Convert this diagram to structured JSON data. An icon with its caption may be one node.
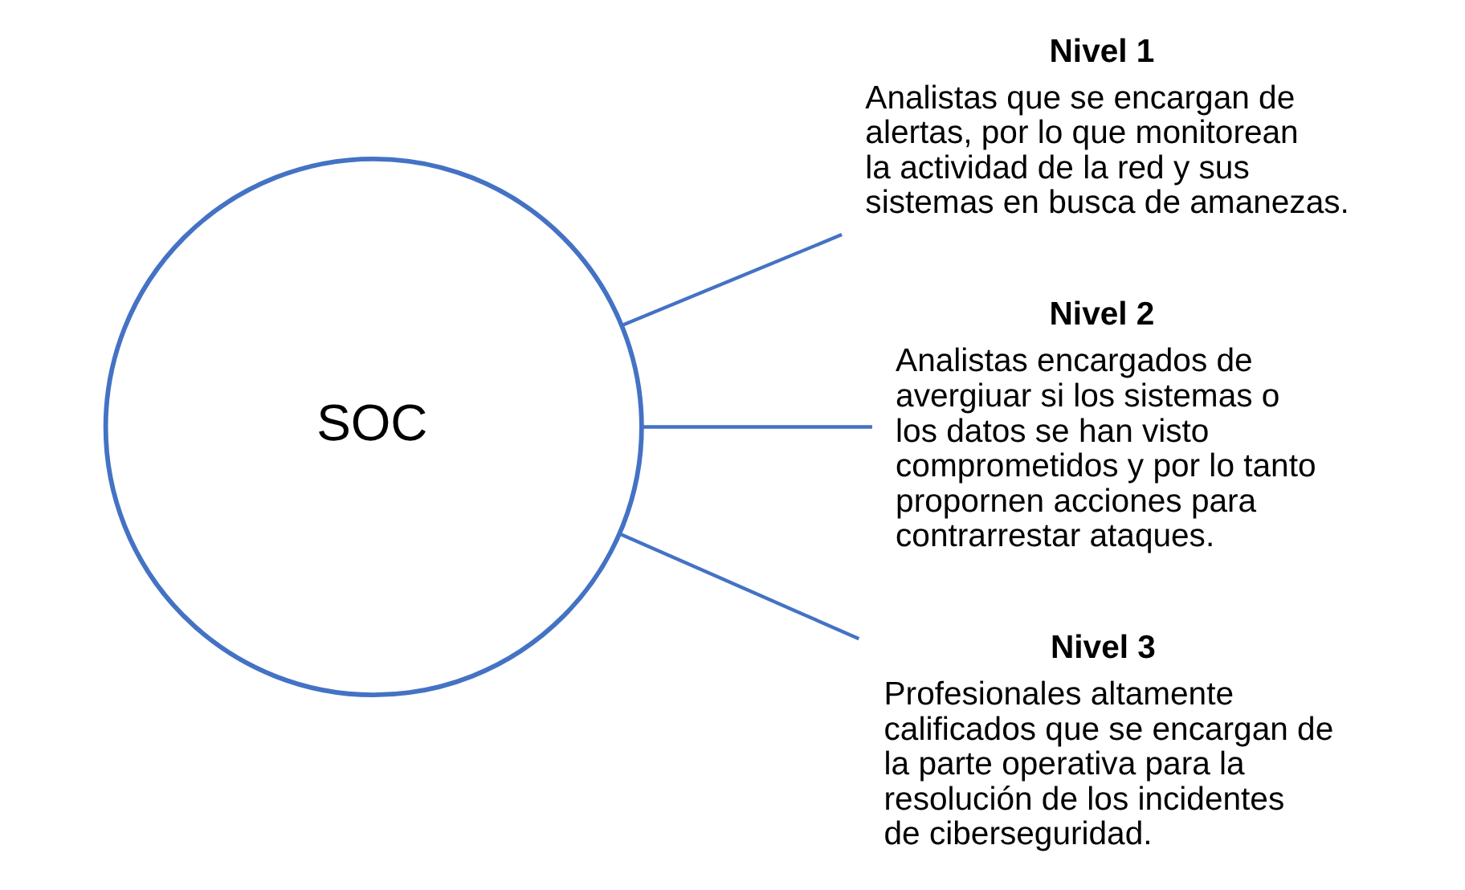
{
  "diagram": {
    "nodes": [
      {
        "text": [
          "SOC"
        ]
      },
      {
        "text": [
          "Nivel 1",
          "Analistas que se encargan de alertas, por lo que monitorean la actividad de la red y sus sistemas en busca de amanezas."
        ]
      },
      {
        "text": [
          "Nivel 2",
          "Analistas encargados de avergiuar si los sistemas o los datos se han visto comprometidos y por lo tanto propornen acciones para contrarrestar ataques."
        ]
      },
      {
        "text": [
          "Nivel 3",
          "Profesionales altamente calificados que se encargan de la parte operativa para la resolución de los incidentes de ciberseguridad."
        ]
      }
    ],
    "edges": [
      {
        "from": 0,
        "to": 1,
        "arrow": "none"
      },
      {
        "from": 0,
        "to": 2,
        "arrow": "none"
      },
      {
        "from": 0,
        "to": 3,
        "arrow": "none"
      }
    ]
  }
}
